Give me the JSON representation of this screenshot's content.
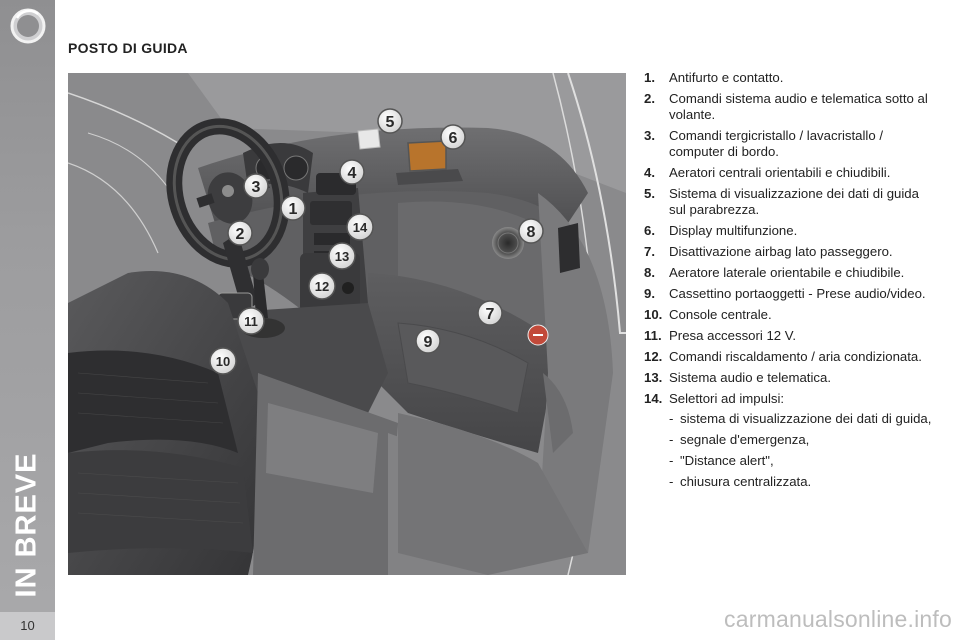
{
  "sidebar": {
    "section_label": "IN BREVE",
    "page_number": "10",
    "logo_icon": "circle-ring-logo-icon"
  },
  "page_title": "POSTO DI GUIDA",
  "illustration": {
    "icon": "car-interior-drivers-seat-illustration",
    "callouts": [
      "1",
      "2",
      "3",
      "4",
      "5",
      "6",
      "7",
      "8",
      "9",
      "10",
      "11",
      "12",
      "13",
      "14"
    ]
  },
  "legend": [
    {
      "num": "1.",
      "text": "Antifurto e contatto."
    },
    {
      "num": "2.",
      "text": "Comandi sistema audio e telematica sotto al volante."
    },
    {
      "num": "3.",
      "text": "Comandi tergicristallo / lavacristallo / computer di bordo."
    },
    {
      "num": "4.",
      "text": "Aeratori centrali orientabili e chiudibili."
    },
    {
      "num": "5.",
      "text": "Sistema di visualizzazione dei dati di guida sul parabrezza."
    },
    {
      "num": "6.",
      "text": "Display multifunzione."
    },
    {
      "num": "7.",
      "text": "Disattivazione airbag lato passeggero."
    },
    {
      "num": "8.",
      "text": "Aeratore laterale orientabile e chiudibile."
    },
    {
      "num": "9.",
      "text": "Cassettino portaoggetti - Prese audio/video."
    },
    {
      "num": "10.",
      "text": "Console centrale."
    },
    {
      "num": "11.",
      "text": "Presa accessori 12 V."
    },
    {
      "num": "12.",
      "text": "Comandi riscaldamento / aria condizionata."
    },
    {
      "num": "13.",
      "text": "Sistema audio e telematica."
    },
    {
      "num": "14.",
      "text": "Selettori ad impulsi:"
    }
  ],
  "selector_subitems": [
    {
      "dash": "-",
      "text": "sistema di visualizzazione dei dati di guida,"
    },
    {
      "dash": "-",
      "text": "segnale d'emergenza,"
    },
    {
      "dash": "-",
      "text": "\"Distance alert\","
    },
    {
      "dash": "-",
      "text": "chiusura centralizzata."
    }
  ],
  "watermark": "carmanualsonline.info"
}
